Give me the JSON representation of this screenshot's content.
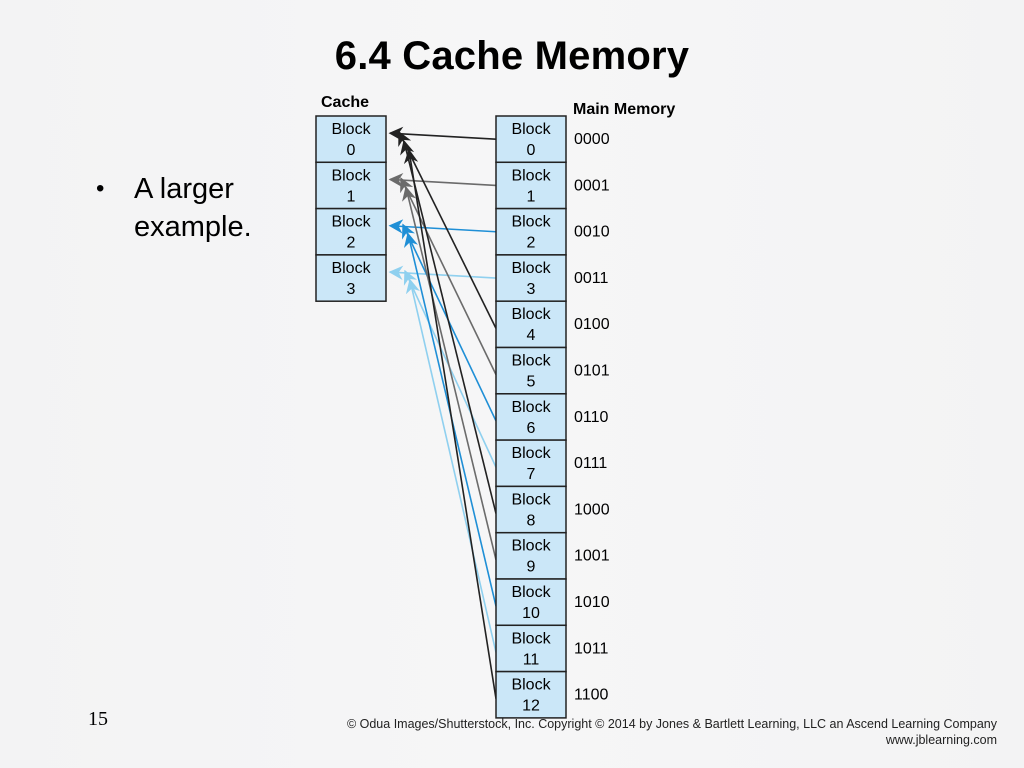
{
  "slide": {
    "title": "6.4 Cache Memory",
    "bullet": "A larger example.",
    "page_number": "15",
    "copyright_line1": "© Odua Images/Shutterstock, Inc. Copyright © 2014 by Jones & Bartlett Learning, LLC an Ascend Learning Company",
    "copyright_line2": "www.jblearning.com"
  },
  "diagram": {
    "cache_label": "Cache",
    "memory_label": "Main Memory",
    "block_word": "Block",
    "cache_blocks": [
      "0",
      "1",
      "2",
      "3"
    ],
    "memory_blocks": [
      {
        "block": "0",
        "address": "0000"
      },
      {
        "block": "1",
        "address": "0001"
      },
      {
        "block": "2",
        "address": "0010"
      },
      {
        "block": "3",
        "address": "0011"
      },
      {
        "block": "4",
        "address": "0100"
      },
      {
        "block": "5",
        "address": "0101"
      },
      {
        "block": "6",
        "address": "0110"
      },
      {
        "block": "7",
        "address": "0111"
      },
      {
        "block": "8",
        "address": "1000"
      },
      {
        "block": "9",
        "address": "1001"
      },
      {
        "block": "10",
        "address": "1010"
      },
      {
        "block": "11",
        "address": "1011"
      },
      {
        "block": "12",
        "address": "1100"
      }
    ],
    "mapping_colors": [
      "#222222",
      "#6b6b6b",
      "#1f8fd6",
      "#8fd0ef"
    ]
  }
}
